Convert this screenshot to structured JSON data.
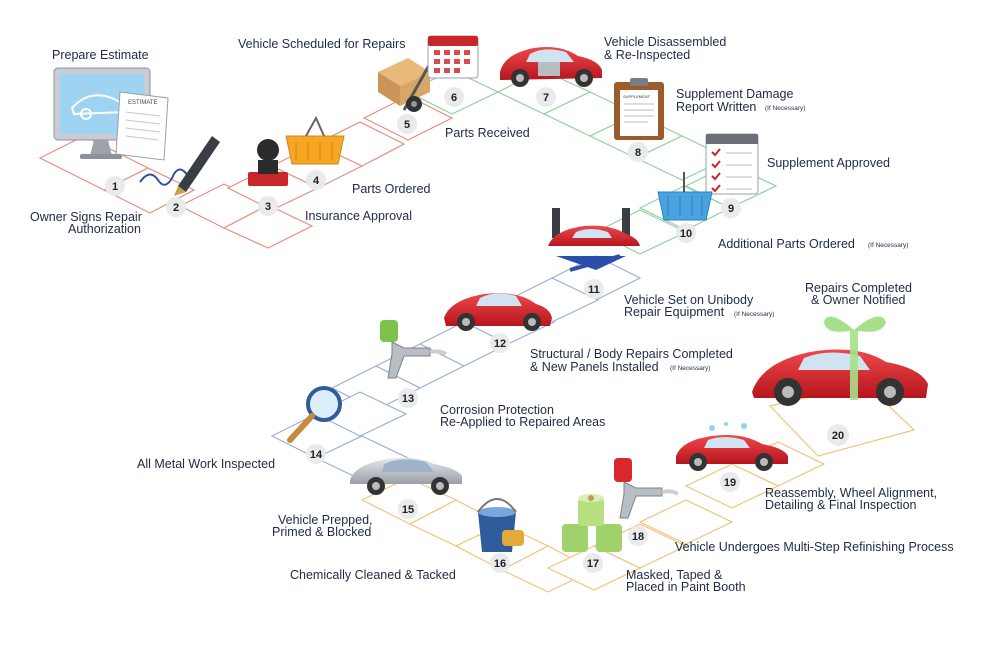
{
  "steps": [
    {
      "num": "1",
      "label": [
        "Owner Signs Repair",
        "Authorization"
      ]
    },
    {
      "num": "2",
      "label": [
        "Prepare Estimate"
      ]
    },
    {
      "num": "3",
      "label": [
        "Insurance Approval"
      ]
    },
    {
      "num": "4",
      "label": [
        "Parts Ordered"
      ]
    },
    {
      "num": "5",
      "label": [
        "Parts Received"
      ]
    },
    {
      "num": "6",
      "label": [
        "Vehicle Scheduled for Repairs"
      ]
    },
    {
      "num": "7",
      "label": [
        "Vehicle Disassembled",
        "& Re-Inspected"
      ]
    },
    {
      "num": "8",
      "label": [
        "Supplement Damage",
        "Report Written"
      ],
      "note": "(If Necessary)"
    },
    {
      "num": "9",
      "label": [
        "Supplement Approved"
      ]
    },
    {
      "num": "10",
      "label": [
        "Additional Parts Ordered"
      ],
      "note": "(If Necessary)"
    },
    {
      "num": "11",
      "label": [
        "Vehicle Set on Unibody",
        "Repair Equipment"
      ],
      "note": "(If Necessary)"
    },
    {
      "num": "12",
      "label": [
        "Structural / Body Repairs Completed",
        "& New Panels Installed"
      ],
      "note": "(If Necessary)"
    },
    {
      "num": "13",
      "label": [
        "Corrosion Protection",
        "Re-Applied to Repaired Areas"
      ]
    },
    {
      "num": "14",
      "label": [
        "All Metal Work Inspected"
      ]
    },
    {
      "num": "15",
      "label": [
        "Vehicle Prepped,",
        "Primed & Blocked"
      ]
    },
    {
      "num": "16",
      "label": [
        "Chemically Cleaned & Tacked"
      ]
    },
    {
      "num": "17",
      "label": [
        "Masked, Taped &",
        "Placed in Paint Booth"
      ]
    },
    {
      "num": "18",
      "label": [
        "Vehicle Undergoes Multi-Step Refinishing Process"
      ]
    },
    {
      "num": "19",
      "label": [
        "Reassembly, Wheel Alignment,",
        "Detailing & Final Inspection"
      ]
    },
    {
      "num": "20",
      "label": [
        "Repairs Completed",
        "& Owner Notified"
      ]
    }
  ],
  "icons": {
    "estimate_sheet": "ESTIMATE",
    "clipboard_sheet": "SUPPLEMENT"
  },
  "colors": {
    "tile_red": "#e88d7a",
    "tile_green": "#8fd0a0",
    "tile_blue": "#9ab0d8",
    "tile_orange": "#f2c27a",
    "car_red": "#d9272e",
    "text": "#1f2a44"
  }
}
